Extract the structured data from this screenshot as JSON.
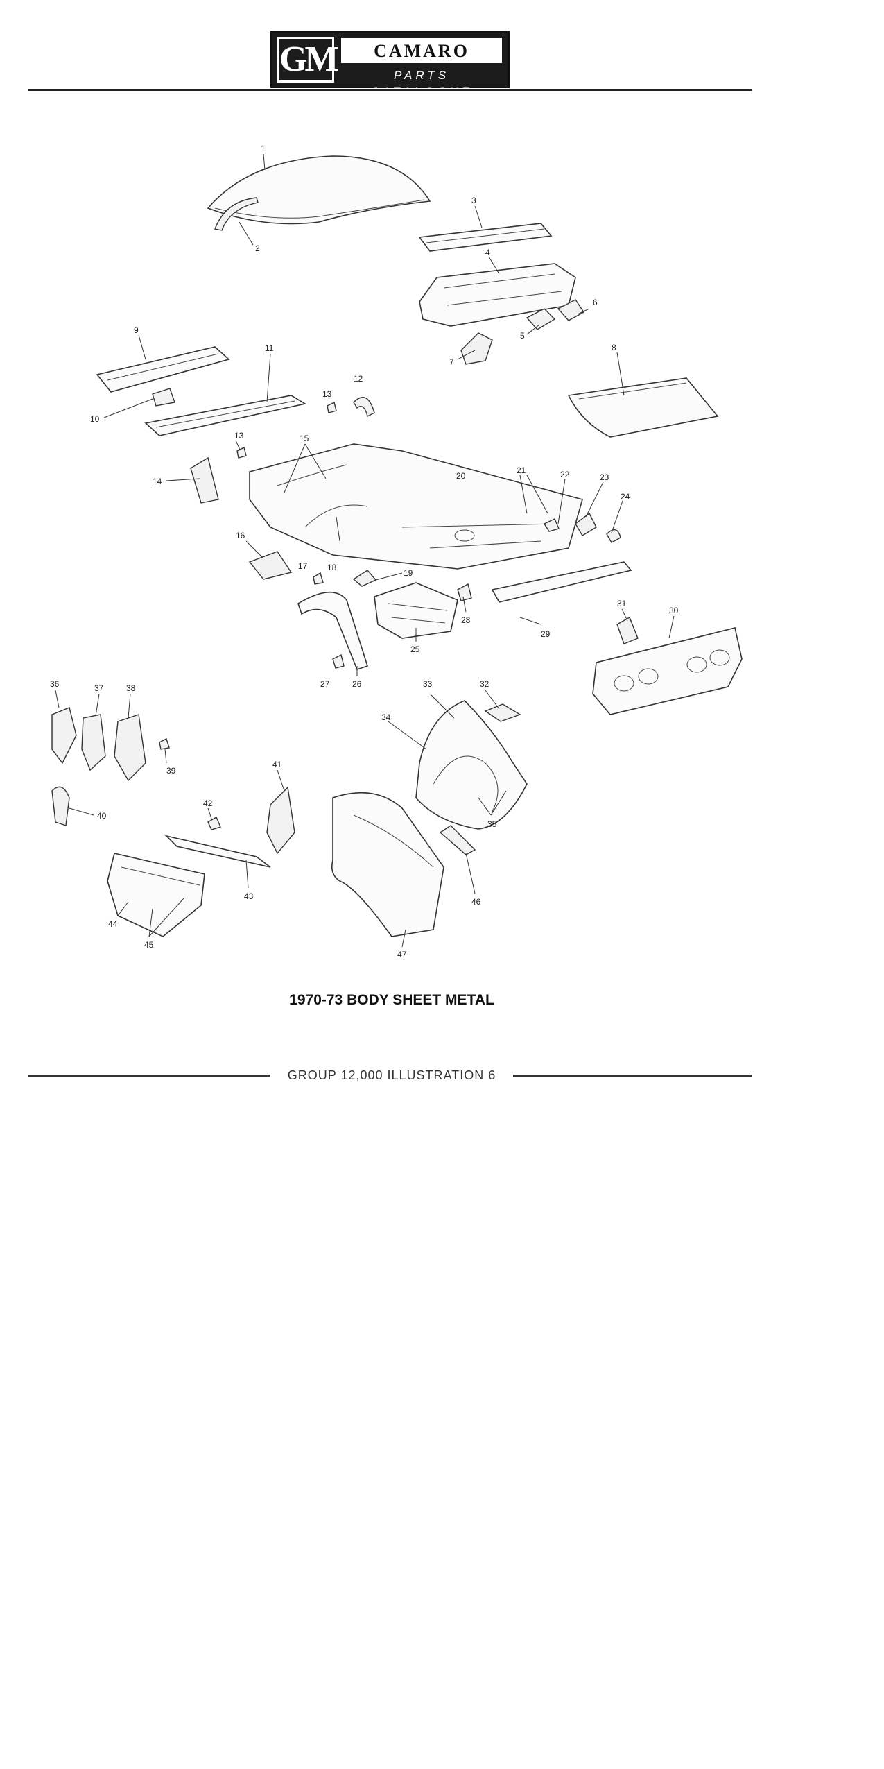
{
  "header": {
    "brand": "GM",
    "model": "CAMARO",
    "subtitle": "PARTS CATALOGUE"
  },
  "caption": "1970-73 BODY SHEET METAL",
  "footer": "GROUP 12,000 ILLUSTRATION 6",
  "callouts": [
    "1",
    "2",
    "3",
    "4",
    "5",
    "6",
    "7",
    "8",
    "9",
    "10",
    "11",
    "12",
    "13",
    "13",
    "14",
    "15",
    "16",
    "17",
    "18",
    "19",
    "20",
    "21",
    "22",
    "23",
    "24",
    "25",
    "26",
    "27",
    "28",
    "29",
    "30",
    "31",
    "32",
    "33",
    "34",
    "35",
    "36",
    "37",
    "38",
    "39",
    "40",
    "41",
    "42",
    "43",
    "44",
    "45",
    "46",
    "47"
  ]
}
